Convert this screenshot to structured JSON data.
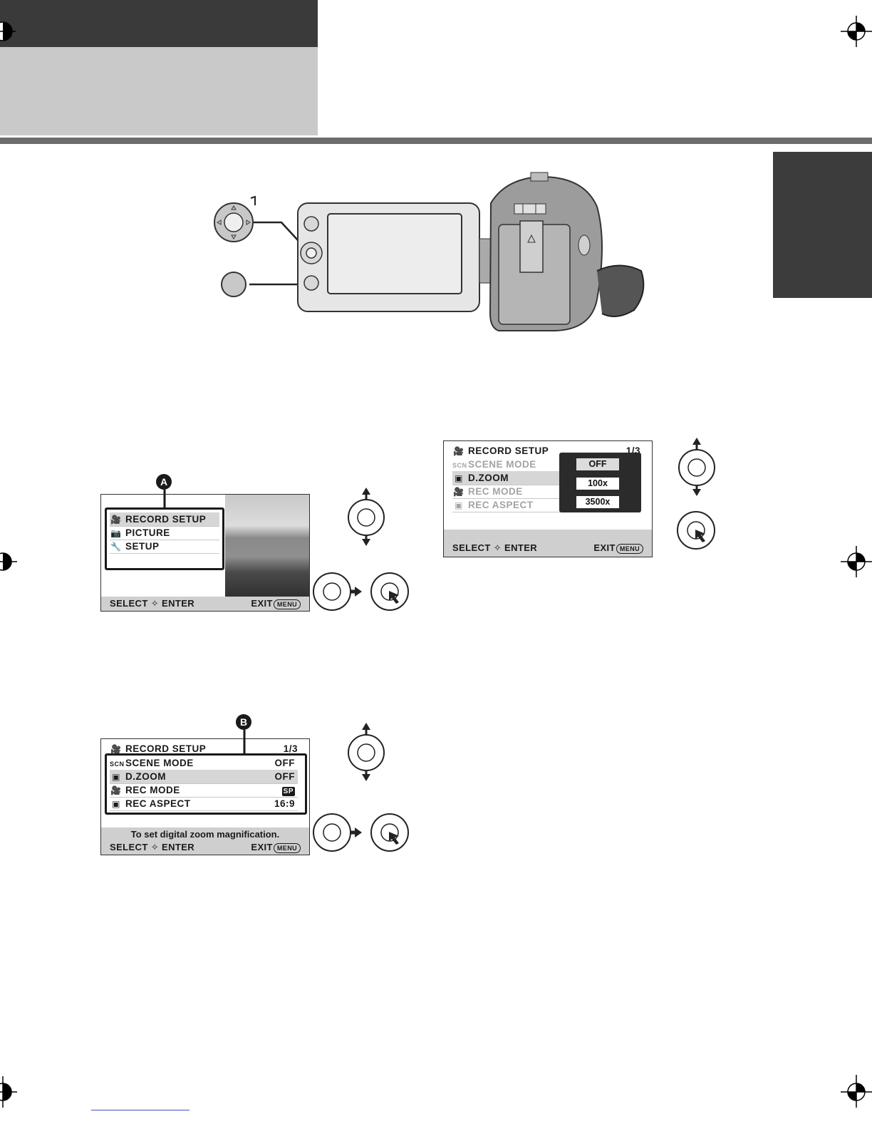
{
  "menu_screen_1": {
    "callout": "A",
    "items": [
      {
        "icon": "🎥",
        "label": "RECORD SETUP"
      },
      {
        "icon": "📷",
        "label": "PICTURE"
      },
      {
        "icon": "🔧",
        "label": "SETUP"
      }
    ],
    "select_label": "SELECT",
    "enter_label": "ENTER",
    "exit_label": "EXIT",
    "menu_key": "MENU"
  },
  "menu_screen_2": {
    "callout": "B",
    "title": "RECORD SETUP",
    "page": "1/3",
    "items": [
      {
        "icon": "SCN",
        "label": "SCENE MODE",
        "value": "OFF"
      },
      {
        "icon": "▣",
        "label": "D.ZOOM",
        "value": "OFF"
      },
      {
        "icon": "🎥",
        "label": "REC MODE",
        "value": "SP"
      },
      {
        "icon": "▣",
        "label": "REC ASPECT",
        "value": "16:9"
      }
    ],
    "hint": "To set digital zoom magnification.",
    "select_label": "SELECT",
    "enter_label": "ENTER",
    "exit_label": "EXIT",
    "menu_key": "MENU"
  },
  "menu_screen_3": {
    "title": "RECORD SETUP",
    "page": "1/3",
    "items": [
      {
        "icon": "SCN",
        "label": "SCENE MODE"
      },
      {
        "icon": "▣",
        "label": "D.ZOOM"
      },
      {
        "icon": "🎥",
        "label": "REC MODE"
      },
      {
        "icon": "▣",
        "label": "REC ASPECT"
      }
    ],
    "options": [
      "OFF",
      "100x",
      "3500x"
    ],
    "select_label": "SELECT",
    "enter_label": "ENTER",
    "exit_label": "EXIT",
    "menu_key": "MENU"
  }
}
